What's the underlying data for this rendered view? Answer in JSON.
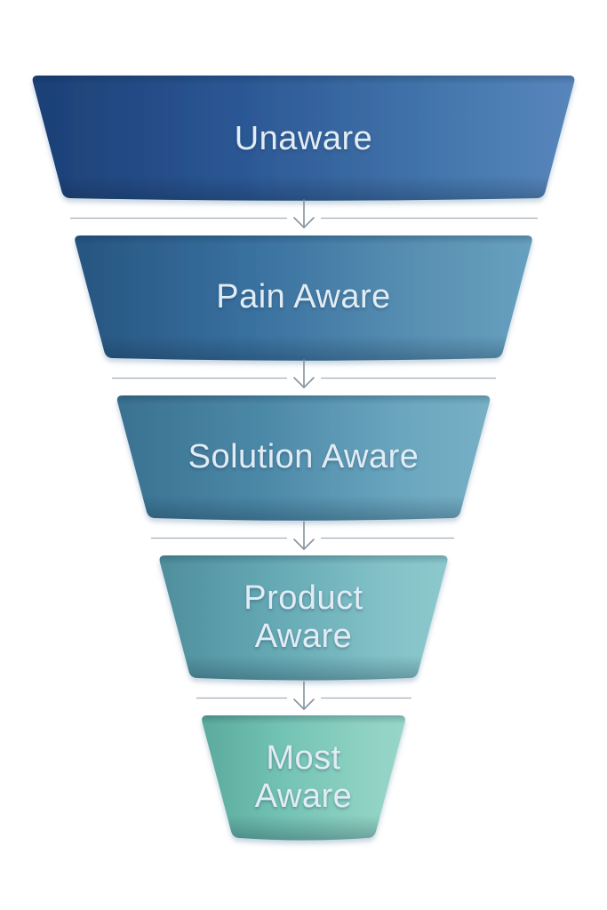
{
  "page": {
    "background_color": "#ffffff"
  },
  "funnel": {
    "type": "funnel-diagram",
    "direction": "top-to-bottom",
    "text_color": "#e2ecf4",
    "divider_color": "#a3b1ba",
    "arrow_color": "#8494a0",
    "stages": [
      {
        "name": "unaware",
        "lines": [
          "Unaware"
        ],
        "gradient": [
          "#1d3f76",
          "#2b5794",
          "#4678ae",
          "#5886bc"
        ]
      },
      {
        "name": "pain-aware",
        "lines": [
          "Pain Aware"
        ],
        "gradient": [
          "#275580",
          "#38709f",
          "#5b92b4",
          "#67a0bf"
        ]
      },
      {
        "name": "solution-aware",
        "lines": [
          "Solution Aware"
        ],
        "gradient": [
          "#3a7190",
          "#4b88a7",
          "#6ba7bf",
          "#77b0c5"
        ]
      },
      {
        "name": "product-aware",
        "lines": [
          "Product",
          "Aware"
        ],
        "gradient": [
          "#4f8e9c",
          "#64a8b3",
          "#82c1c7",
          "#8cc9cd"
        ]
      },
      {
        "name": "most-aware",
        "lines": [
          "Most",
          "Aware"
        ],
        "gradient": [
          "#5baa9d",
          "#72c2b3",
          "#8dd1c2",
          "#97d6c8"
        ]
      }
    ],
    "icons": [
      {
        "name": "down-arrow-icon",
        "glyph": "↓"
      }
    ]
  }
}
